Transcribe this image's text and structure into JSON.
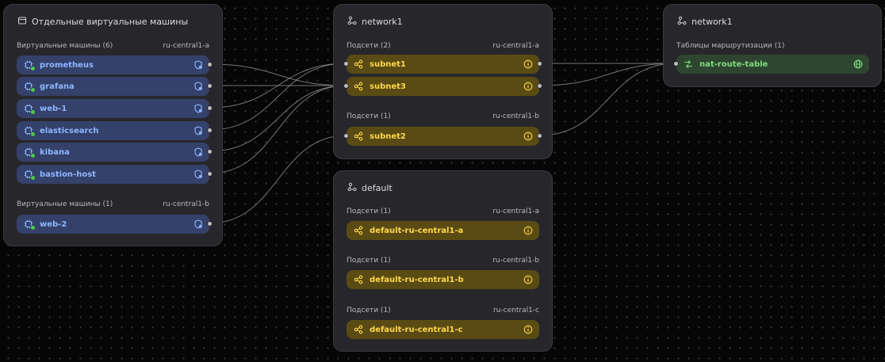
{
  "vm_panel": {
    "title": "Отдельные виртуальные машины",
    "group_a": {
      "label": "Виртуальные машины (6)",
      "zone": "ru-central1-a",
      "items": [
        "prometheus",
        "grafana",
        "web-1",
        "elasticsearch",
        "kibana",
        "bastion-host"
      ]
    },
    "group_b": {
      "label": "Виртуальные машины (1)",
      "zone": "ru-central1-b",
      "items": [
        "web-2"
      ]
    }
  },
  "network1_panel": {
    "title": "network1",
    "group_a": {
      "label": "Подсети (2)",
      "zone": "ru-central1-a",
      "items": [
        "subnet1",
        "subnet3"
      ]
    },
    "group_b": {
      "label": "Подсети (1)",
      "zone": "ru-central1-b",
      "items": [
        "subnet2"
      ]
    }
  },
  "default_panel": {
    "title": "default",
    "group_a": {
      "label": "Подсети (1)",
      "zone": "ru-central1-a",
      "items": [
        "default-ru-central1-a"
      ]
    },
    "group_b": {
      "label": "Подсети (1)",
      "zone": "ru-central1-b",
      "items": [
        "default-ru-central1-b"
      ]
    },
    "group_c": {
      "label": "Подсети (1)",
      "zone": "ru-central1-c",
      "items": [
        "default-ru-central1-c"
      ]
    }
  },
  "route_panel": {
    "title": "network1",
    "group_a": {
      "label": "Таблицы маршрутизации (1)",
      "items": [
        "nat-route-table"
      ]
    }
  },
  "colors": {
    "canvas": "#060606",
    "panel": "#27272b",
    "vm_item": "#34416a",
    "vm_text": "#8eb6ff",
    "subnet_item": "#5a4b14",
    "subnet_text": "#ffd84a",
    "route_item": "#2e4630",
    "route_text": "#7fdc7f",
    "status_ok": "#4ac74a",
    "link": "#8a8a8a"
  },
  "icons": {
    "vm": "vm-chip-icon",
    "vm_trail": "security-group-icon",
    "subnet": "subnet-nodes-icon",
    "subnet_trail": "info-icon",
    "network": "network-icon",
    "route": "route-table-icon",
    "route_trail": "globe-icon",
    "panel": "window-icon"
  }
}
